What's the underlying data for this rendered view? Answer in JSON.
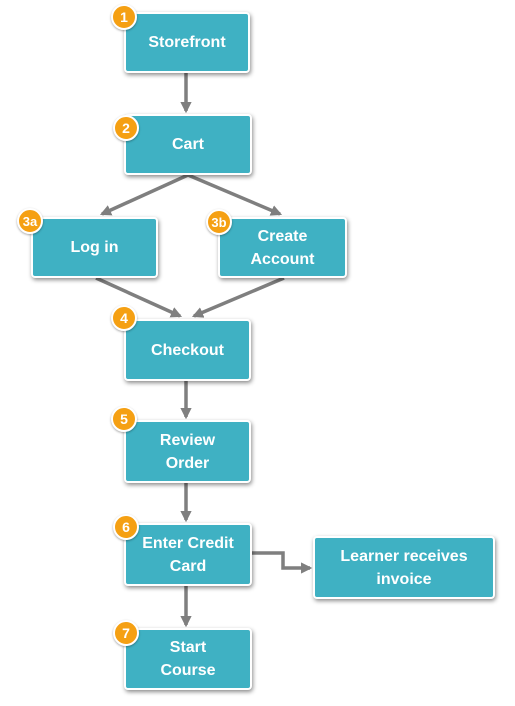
{
  "diagram": {
    "node_color": "#3fb1c3",
    "badge_color": "#f5a013",
    "arrow_color": "#7f7f7f",
    "nodes": {
      "storefront": {
        "label": "Storefront",
        "step": "1"
      },
      "cart": {
        "label": "Cart",
        "step": "2"
      },
      "login": {
        "label": "Log in",
        "step": "3a"
      },
      "create_account": {
        "label": "Create\nAccount",
        "step": "3b"
      },
      "checkout": {
        "label": "Checkout",
        "step": "4"
      },
      "review_order": {
        "label": "Review\nOrder",
        "step": "5"
      },
      "enter_credit_card": {
        "label": "Enter Credit\nCard",
        "step": "6"
      },
      "invoice": {
        "label": "Learner receives\ninvoice"
      },
      "start_course": {
        "label": "Start\nCourse",
        "step": "7"
      }
    },
    "edges": [
      {
        "from": "storefront",
        "to": "cart"
      },
      {
        "from": "cart",
        "to": "login"
      },
      {
        "from": "cart",
        "to": "create_account"
      },
      {
        "from": "login",
        "to": "checkout"
      },
      {
        "from": "create_account",
        "to": "checkout"
      },
      {
        "from": "checkout",
        "to": "review_order"
      },
      {
        "from": "review_order",
        "to": "enter_credit_card"
      },
      {
        "from": "enter_credit_card",
        "to": "invoice"
      },
      {
        "from": "enter_credit_card",
        "to": "start_course"
      }
    ]
  }
}
